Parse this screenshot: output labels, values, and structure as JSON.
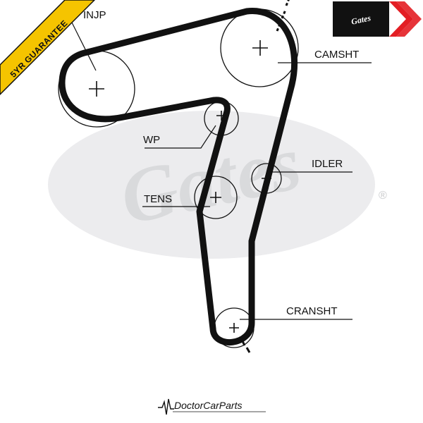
{
  "watermark": {
    "text": "Gates",
    "registered": "®"
  },
  "logo": {
    "text": "Gates",
    "colors": {
      "box": "#111111",
      "chevron": "#e31e24"
    }
  },
  "banner": {
    "text": "5YR GUARANTEE",
    "color": "#f5c400"
  },
  "labels": {
    "injp": "INJP",
    "camsht": "CAMSHT",
    "wp": "WP",
    "idler": "IDLER",
    "tens": "TENS",
    "cransht": "CRANSHT"
  },
  "footer": {
    "brand": "DoctorCarParts"
  },
  "colors": {
    "belt": "#111111",
    "watermark": "#d9dadc"
  }
}
